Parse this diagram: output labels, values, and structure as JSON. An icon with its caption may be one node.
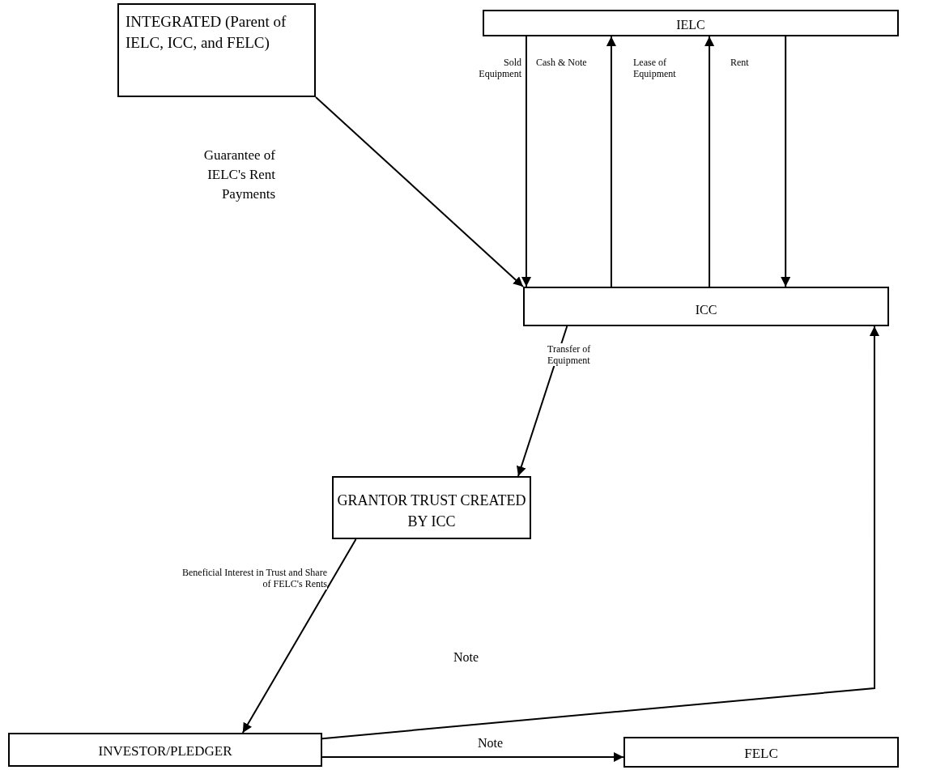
{
  "diagram": {
    "nodes": [
      {
        "text": [
          "INTEGRATED (Parent of IELC, ICC, and FELC)"
        ]
      },
      {
        "text": [
          "IELC"
        ]
      },
      {
        "text": [
          "ICC"
        ]
      },
      {
        "text": [
          "GRANTOR TRUST CREATED BY ICC"
        ]
      },
      {
        "text": [
          "INVESTOR/PLEDGER"
        ]
      },
      {
        "text": [
          "FELC"
        ]
      }
    ],
    "edges": [
      {
        "from": 0,
        "to": 2,
        "arrow": "to",
        "label": "Guarantee of IELC's Rent Payments"
      },
      {
        "from": 1,
        "to": 2,
        "arrow": "to",
        "label": "Sold Equipment"
      },
      {
        "from": 2,
        "to": 1,
        "arrow": "to",
        "label": "Cash & Note"
      },
      {
        "from": 2,
        "to": 1,
        "arrow": "to",
        "label": "Lease of Equipment"
      },
      {
        "from": 1,
        "to": 2,
        "arrow": "to",
        "label": "Rent"
      },
      {
        "from": 2,
        "to": 3,
        "arrow": "to",
        "label": "Transfer of Equipment"
      },
      {
        "from": 3,
        "to": 4,
        "arrow": "to",
        "label": "Beneficial Interest in Trust and Share of FELC's Rents"
      },
      {
        "from": 4,
        "to": 2,
        "arrow": "to",
        "label": "Note"
      },
      {
        "from": 4,
        "to": 5,
        "arrow": "to",
        "label": "Note"
      }
    ]
  }
}
